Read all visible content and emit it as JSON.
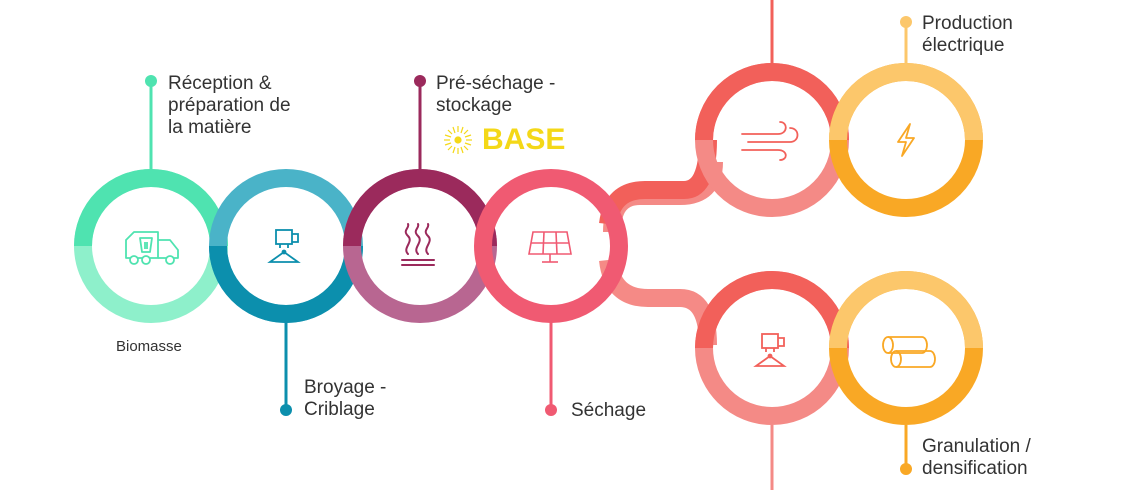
{
  "colors": {
    "green": "#4fe3b0",
    "green_light": "#8ef0cb",
    "teal": "#4ab3c8",
    "teal_dark": "#0c8fad",
    "purple": "#9b2a5c",
    "purple_light": "#b86691",
    "pink": "#f05a72",
    "red": "#f2605a",
    "red_light": "#f48a86",
    "salmon": "#f58a86",
    "orange": "#f9a825",
    "orange_light": "#fcc76b"
  },
  "labels": {
    "reception": "Réception  &\npréparation de\nla matière",
    "biomasse": "Biomasse",
    "broyage": "Broyage -\nCriblage",
    "presechage": "Pré-séchage -\nstockage",
    "sechage": "Séchage",
    "production": "Production\nélectrique",
    "granulation": "Granulation /\ndensification"
  },
  "logo": {
    "text": "BASE"
  },
  "icons": {
    "step1": "truck-icon",
    "step2": "crusher-icon",
    "step3": "heat-waves-icon",
    "step4": "solar-panel-icon",
    "step5": "wind-icon",
    "step6": "lightning-icon",
    "step7": "crusher-icon",
    "step8": "pellets-icon"
  }
}
